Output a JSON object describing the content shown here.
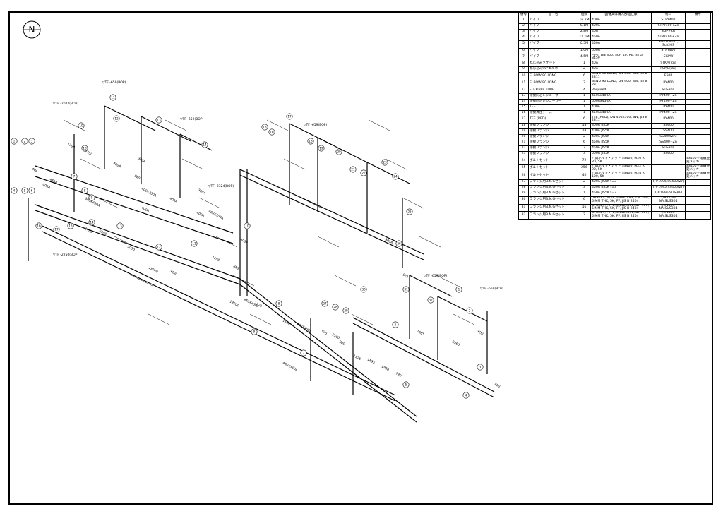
{
  "bom": {
    "headers": [
      "番号",
      "品　名",
      "個数",
      "図番又は購入部品仕様",
      "材料",
      "備考"
    ],
    "rows": [
      [
        "1",
        "パイプ",
        "16.2M",
        "400A",
        "STPY400",
        ""
      ],
      [
        "2",
        "パイプ",
        "0.1M",
        "400A",
        "STPY400+Zn",
        ""
      ],
      [
        "3",
        "パイプ",
        "2.8M",
        "40A",
        "SGP+Zn",
        ""
      ],
      [
        "4",
        "パイプ",
        "12.0M",
        "450A",
        "STPY400+Zn",
        ""
      ],
      [
        "5",
        "パイプ",
        "0.5M",
        "450A",
        "SUS304TPY, Sch20S",
        ""
      ],
      [
        "6",
        "パイプ",
        "1.0M",
        "600A",
        "STPY400",
        ""
      ],
      [
        "7",
        "パイプ",
        "4.5M",
        "PIPE, DN 300, SCH 40, PE, JIS G 3459",
        "SGPW",
        ""
      ],
      [
        "8",
        "ねじ込みソケット",
        "1",
        "40A",
        "STKM(Zn)",
        ""
      ],
      [
        "9",
        "ねじ込み90°エルボ",
        "2",
        "40A",
        "FCMB(Zn)",
        ""
      ],
      [
        "10",
        "ELBOW 90 LONG",
        "6",
        "BEND 90 LONG, DN 300, BW, JIS B 2311",
        "F50P",
        ""
      ],
      [
        "11",
        "ELBOW 90 LONG",
        "3",
        "BEND 90 LONG, DN 400, BW, JIS B 2311",
        "PY400",
        ""
      ],
      [
        "12",
        "FLEXIBLE TUBE",
        "4",
        "Required",
        "SUS304",
        ""
      ],
      [
        "13",
        "溶接同芯レジューサー",
        "1",
        "450Ax400A",
        "PY400+Zn",
        ""
      ],
      [
        "14",
        "溶接同芯レジューサー",
        "1",
        "600Ax450A",
        "PY400+Zn",
        ""
      ],
      [
        "15",
        "TEE",
        "1",
        "400A",
        "PY400",
        ""
      ],
      [
        "16",
        "溶接異径チーズ",
        "1",
        "450Ax400A",
        "PY400+Zn",
        ""
      ],
      [
        "17",
        "TEE (RED)",
        "6",
        "TEE (RED), DN 400X300, BW, JIS B 2311",
        "PY400",
        ""
      ],
      [
        "18",
        "溶接フランジ",
        "18",
        "300A JIS5K",
        "SS400",
        ""
      ],
      [
        "19",
        "溶接フランジ",
        "28",
        "400A JIS5K",
        "SS400",
        ""
      ],
      [
        "20",
        "溶接フランジ",
        "2",
        "400A JIS5K",
        "SS400(Zn)",
        ""
      ],
      [
        "21",
        "溶接フランジ",
        "6",
        "450A JIS5K",
        "SS400+Zn",
        ""
      ],
      [
        "22",
        "溶接フランジ",
        "2",
        "450A JIS5K",
        "SUS304",
        ""
      ],
      [
        "23",
        "溶接フランジ",
        "3",
        "600A JIS5K",
        "SS400",
        ""
      ],
      [
        "24",
        "ボルトセット",
        "72",
        "六角ボルト・ナット SS400, M20 X 80, 5K",
        "",
        "SS400＋溶融亜鉛メッキ"
      ],
      [
        "25",
        "ボルトセット",
        "256",
        "六角ボルト・ナット SS400, M22 X 90, 5K",
        "",
        "SS400＋溶融亜鉛メッキ"
      ],
      [
        "26",
        "ボルトセット",
        "40",
        "六角ボルト・ナット SS400, M24 X 100, 5K",
        "",
        "SS400＋溶融亜鉛メッキ"
      ],
      [
        "27",
        "フランジ用B.N.Gセット",
        "2",
        "400A JIS5K t=3",
        "T/#1995,SS400(Zn)",
        ""
      ],
      [
        "28",
        "フランジ用B.N.Gセット",
        "3",
        "450A JIS5K t=3",
        "T/#1995,SS400(Zn)",
        ""
      ],
      [
        "29",
        "フランジ用B.N.Gセット",
        "1",
        "450A JIS5K t=3",
        "T/#1995,SUS304",
        ""
      ],
      [
        "30",
        "フランジ用B.N.Gセット",
        "6",
        "GASKET, PTFE, ENVELOPE, DN 300, 5 MM THK, 5K, FF, JIS B 2404",
        "T/#1400-NA,SUS304",
        ""
      ],
      [
        "31",
        "フランジ用B.N.Gセット",
        "16",
        "GASKET, PTFE, ENVELOPE, DN 400, 5 MM THK, 5K, FF, JIS B 2404",
        "T/#1400-NA,SUS304",
        ""
      ],
      [
        "32",
        "フランジ用B.N.Gセット",
        "2",
        "GASKET, PTFE, ENVELOPE, DN 600, 5 MM THK, 5K, FF, JIS B 2404",
        "T/#1400-NA,SUS304",
        ""
      ]
    ]
  },
  "north_symbol": "N",
  "drawing": {
    "level_marks": [
      "▽TF -659(BOP)",
      "▽TF -2022(BOP)",
      "▽TF -659(BOP)",
      "▽TF -2324(BOP)",
      "▽TF -659(BOP)",
      "▽TF -2250(BOP)",
      "▽TF -659(BOP)",
      "▽TF -659(BOP)"
    ],
    "size_labels": [
      "400A",
      "400A",
      "400A",
      "400A",
      "400A",
      "450A",
      "600A",
      "300A",
      "300A",
      "300A",
      "400X300A",
      "400X300A",
      "400X300A",
      "450X400A",
      "600X450A",
      "450X400A",
      "40A"
    ],
    "dimensions": [
      "1700",
      "2450",
      "880",
      "2480",
      "2500",
      "3050",
      "13240",
      "3300",
      "1100",
      "880",
      "13200",
      "1120",
      "1560",
      "975",
      "2500",
      "880",
      "1125",
      "1895",
      "1950",
      "730",
      "971",
      "1085",
      "3380",
      "3260",
      "400"
    ],
    "balloons": [
      "1",
      "2",
      "3",
      "4",
      "5",
      "6",
      "7",
      "8",
      "9",
      "10",
      "11",
      "12",
      "13",
      "14",
      "15",
      "16",
      "17",
      "18",
      "19",
      "20",
      "21",
      "22",
      "23",
      "24",
      "25",
      "26",
      "27",
      "28",
      "29",
      "30",
      "31",
      "32"
    ]
  }
}
